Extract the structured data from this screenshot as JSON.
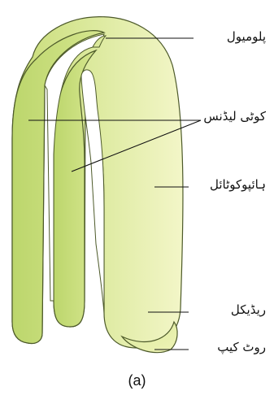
{
  "labels": {
    "plumule": "پلومیول",
    "cotyledons": "کوٹی لیڈنس",
    "hypocotyl": "ہائپوکوٹائل",
    "radicle": "ریڈیکل",
    "root_cap": "روٹ کیپ"
  },
  "caption": "(a)",
  "colors": {
    "tissue_light": "#eef3b6",
    "tissue_mid": "#d3e48e",
    "tissue_dark": "#bcd66c",
    "outline": "#4d5a2a",
    "gap": "#ffffff"
  }
}
